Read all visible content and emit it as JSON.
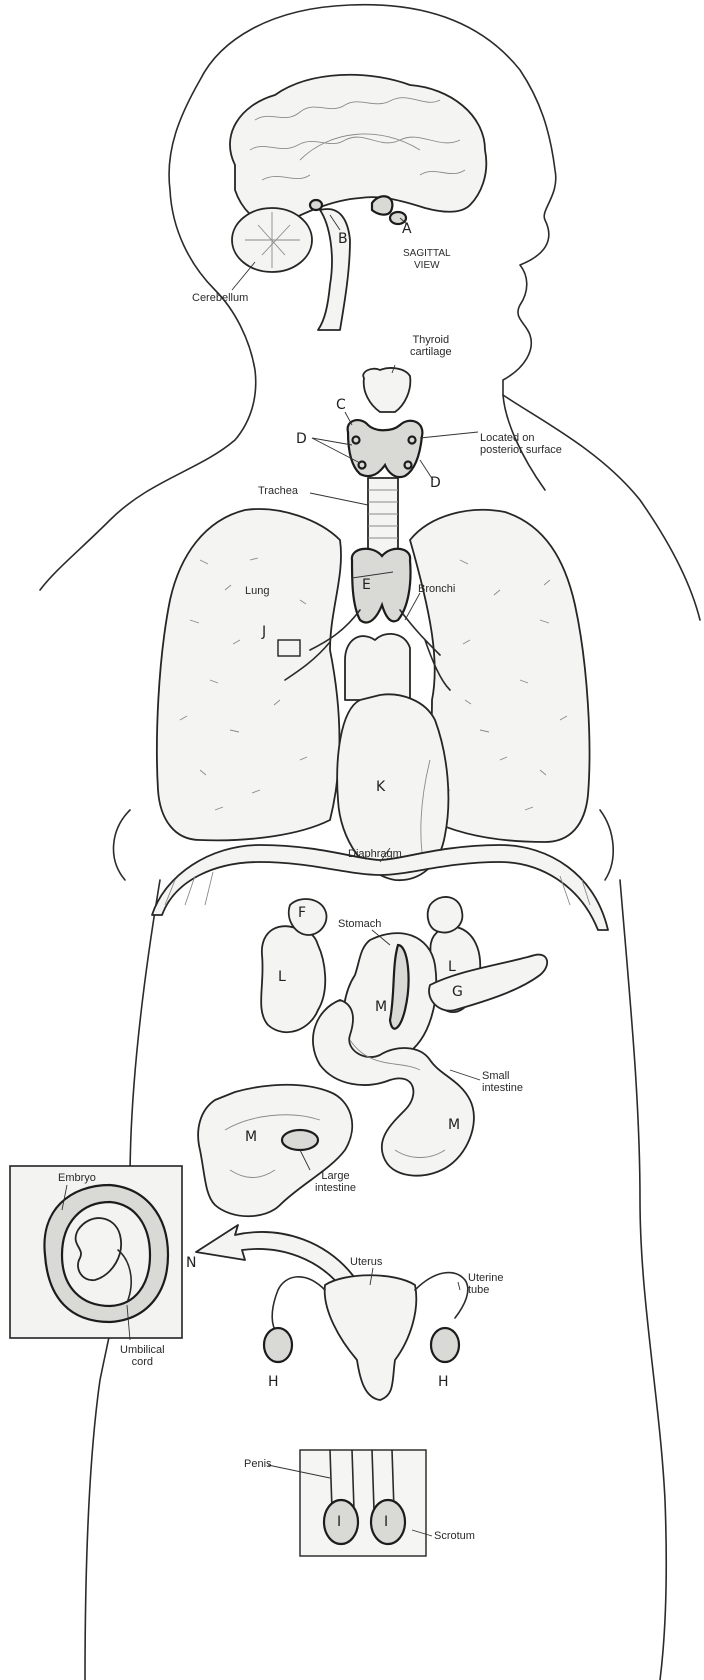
{
  "labels": {
    "cerebellum": "Cerebellum",
    "sagittal_view": "SAGITTAL\nVIEW",
    "thyroid_cartilage": "Thyroid\ncartilage",
    "located_on": "Located on\nposterior surface",
    "trachea": "Trachea",
    "lung": "Lung",
    "bronchi": "Bronchi",
    "diaphragm": "Diaphragm",
    "stomach": "Stomach",
    "small_intestine": "Small\nintestine",
    "large_intestine": "Large\nintestine",
    "embryo": "Embryo",
    "umbilical_cord": "Umbilical\ncord",
    "uterus": "Uterus",
    "uterine_tube": "Uterine\ntube",
    "penis": "Penis",
    "scrotum": "Scrotum"
  },
  "letters": {
    "a": "A",
    "b": "B",
    "c": "C",
    "d1": "D",
    "d2": "D",
    "e": "E",
    "f": "F",
    "g": "G",
    "h1": "H",
    "h2": "H",
    "i1": "I",
    "i2": "I",
    "j": "J",
    "k": "K",
    "l1": "L",
    "l2": "L",
    "m1": "M",
    "m2": "M",
    "m3": "M",
    "n": "N"
  }
}
